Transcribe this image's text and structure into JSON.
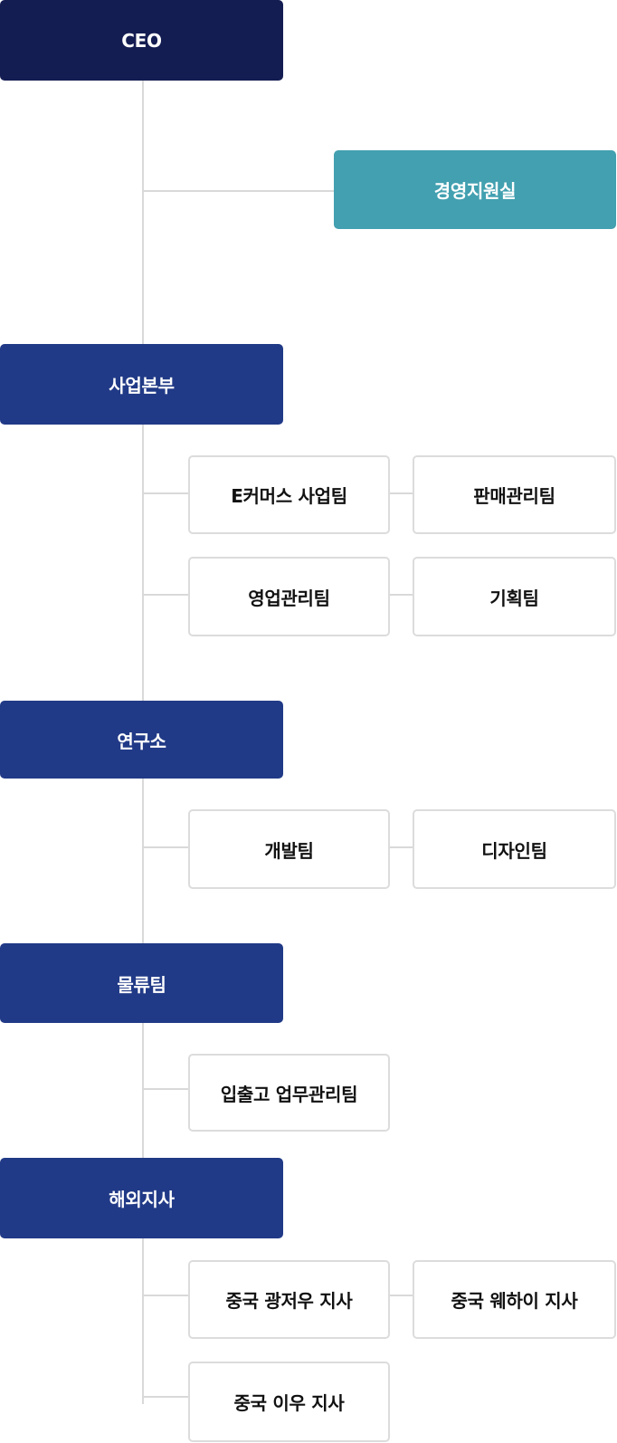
{
  "ceo": {
    "label": "CEO"
  },
  "support_office": {
    "label": "경영지원실"
  },
  "divisions": [
    {
      "label": "사업본부",
      "teams": [
        "E커머스 사업팀",
        "판매관리팀",
        "영업관리팀",
        "기획팀"
      ]
    },
    {
      "label": "연구소",
      "teams": [
        "개발팀",
        "디자인팀"
      ]
    },
    {
      "label": "물류팀",
      "teams": [
        "입출고 업무관리팀"
      ]
    },
    {
      "label": "해외지사",
      "teams": [
        "중국 광저우 지사",
        "중국 웨하이 지사",
        "중국 이우 지사"
      ]
    }
  ],
  "colors": {
    "ceo": "#141d52",
    "support": "#42a0b0",
    "division": "#213a87",
    "team_border": "#dcdcdc",
    "line": "#d9d9d9"
  }
}
